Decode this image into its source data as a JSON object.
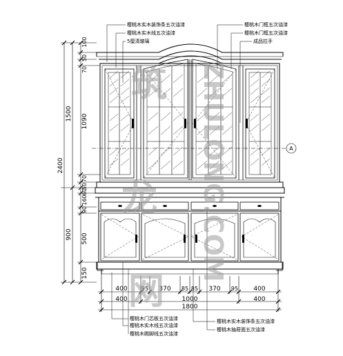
{
  "vertical_dimensions": {
    "overall": "2400",
    "upper": "1500",
    "lower": "900",
    "upper_parts": [
      "100",
      "50",
      "70",
      "1090",
      "70",
      "50",
      "60",
      "160",
      "90"
    ],
    "lower_parts": [
      "500",
      "150"
    ]
  },
  "horizontal_dimensions": {
    "row1": [
      "400",
      "95",
      "370",
      "85",
      "85",
      "370",
      "95",
      "400"
    ],
    "row2": [
      "400",
      "1000",
      "400"
    ],
    "total": "1800"
  },
  "callouts": {
    "top_left": [
      "樱桃木实木装饰条五次油漆",
      "樱桃木实木线五次油漆",
      "5厘清玻璃"
    ],
    "top_right": [
      "樱桃木门框五次油漆",
      "樱桃木门框五次油漆",
      "成品拉手"
    ],
    "bottom_left": [
      "樱桃木门芯板五次油漆",
      "樱桃木实木线五次油漆",
      "樱桃木踢脚线五次油漆"
    ],
    "bottom_right": [
      "樱桃木实木装饰条五次油漆",
      "樱桃木抽屉面五次油漆"
    ]
  },
  "section_marker": "A",
  "watermark": [
    "筑",
    "龙",
    "网",
    "ZHULONG.COM"
  ]
}
